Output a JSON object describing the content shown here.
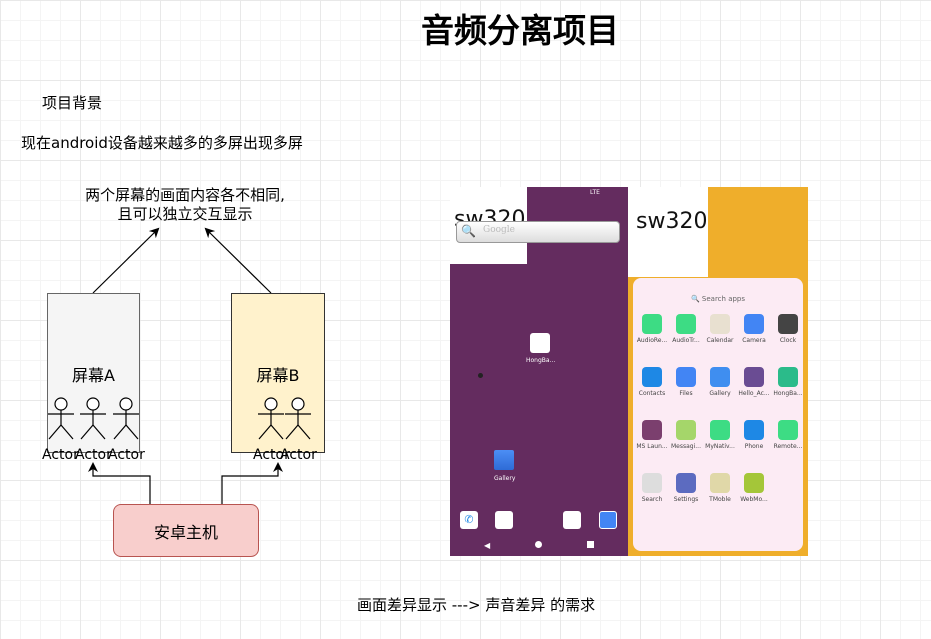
{
  "title": "音频分离项目",
  "background_heading": "项目背景",
  "background_text": "现在android设备越来越多的多屏出现多屏",
  "goal_lines": [
    "两个屏幕的画面内容各不相同,",
    "且可以独立交互显示"
  ],
  "screen_a": {
    "label": "屏幕A",
    "actors": [
      "Actor",
      "Actor",
      "Actor"
    ]
  },
  "screen_b": {
    "label": "屏幕B",
    "actors": [
      "Actor",
      "Actor"
    ]
  },
  "host": "安卓主机",
  "caption": "画面差异显示 ---> 声音差异 的需求",
  "colors": {
    "screen_a_fill": "#f5f5f5",
    "screen_b_fill": "#fff2cc",
    "host_fill": "#f8cecc",
    "host_border": "#b85450",
    "left_display": "#642c5f",
    "right_display": "#efae2b"
  },
  "screenshot": {
    "status": "LTE",
    "left_label": "sw320",
    "right_label": "sw320",
    "search_placeholder": "Google",
    "desktop_app": "HongBa...",
    "gallery": "Gallery",
    "drawer_search": "Search apps",
    "apps": [
      {
        "label": "AudioRe...",
        "icon": "android-icon",
        "color": "#3ddc84"
      },
      {
        "label": "AudioTr...",
        "icon": "android-icon",
        "color": "#3ddc84"
      },
      {
        "label": "Calendar",
        "icon": "calendar-icon",
        "color": "#e8e0d0"
      },
      {
        "label": "Camera",
        "icon": "camera-icon",
        "color": "#4285f4"
      },
      {
        "label": "Clock",
        "icon": "clock-icon",
        "color": "#444444"
      },
      {
        "label": "Contacts",
        "icon": "contacts-icon",
        "color": "#1e88e5"
      },
      {
        "label": "Files",
        "icon": "folder-icon",
        "color": "#4285f4"
      },
      {
        "label": "Gallery",
        "icon": "gallery-icon",
        "color": "#3f8ef0"
      },
      {
        "label": "Hello_Ac...",
        "icon": "android-icon",
        "color": "#6a4c93"
      },
      {
        "label": "HongBa...",
        "icon": "android-icon",
        "color": "#2bbb8a"
      },
      {
        "label": "MS Laun...",
        "icon": "android-icon",
        "color": "#7b3f6e"
      },
      {
        "label": "Messagi...",
        "icon": "android-icon",
        "color": "#a5d66a"
      },
      {
        "label": "MyNativ...",
        "icon": "android-icon",
        "color": "#3ddc84"
      },
      {
        "label": "Phone",
        "icon": "phone-icon",
        "color": "#1e88e5"
      },
      {
        "label": "Remote...",
        "icon": "android-icon",
        "color": "#3ddc84"
      },
      {
        "label": "Search",
        "icon": "search-icon",
        "color": "#dddddd"
      },
      {
        "label": "Settings",
        "icon": "settings-icon",
        "color": "#5c6bc0"
      },
      {
        "label": "TMoble",
        "icon": "tmobile-icon",
        "color": "#e0d8a8"
      },
      {
        "label": "WebMo...",
        "icon": "android-icon",
        "color": "#a4c639"
      }
    ]
  }
}
